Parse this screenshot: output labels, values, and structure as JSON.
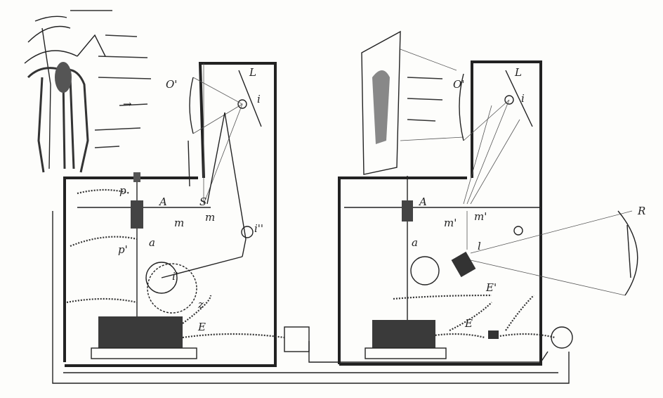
{
  "labels": {
    "left": {
      "O": "O'",
      "L": "L",
      "i": "i",
      "A": "A",
      "p": "p",
      "S": "S",
      "m1": "m",
      "m2": "m",
      "i2": "i''",
      "a": "a",
      "p2": "p'",
      "i1": "i'",
      "z": "z",
      "E": "E"
    },
    "right": {
      "O": "O'",
      "L": "L",
      "i": "i",
      "A": "A",
      "m1": "m'",
      "m2": "m'",
      "a": "a",
      "l": "l",
      "E2": "E'",
      "E": "E",
      "R": "R"
    }
  }
}
